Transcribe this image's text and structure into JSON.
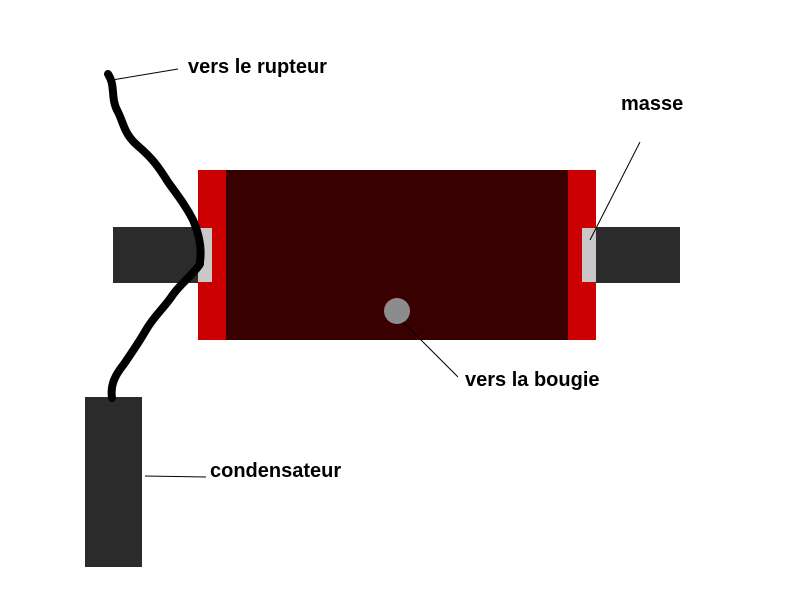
{
  "labels": {
    "rupteur": "vers le rupteur",
    "masse": "masse",
    "bougie": "vers la bougie",
    "condensateur": "condensateur"
  },
  "colors": {
    "coil_body": "#380000",
    "coil_end_caps": "#cc0000",
    "core_rod": "#2b2b2b",
    "terminal": "#c8c8c8",
    "high_voltage_terminal": "#8c8c8c",
    "wire": "#000000",
    "capacitor": "#2b2b2b"
  }
}
